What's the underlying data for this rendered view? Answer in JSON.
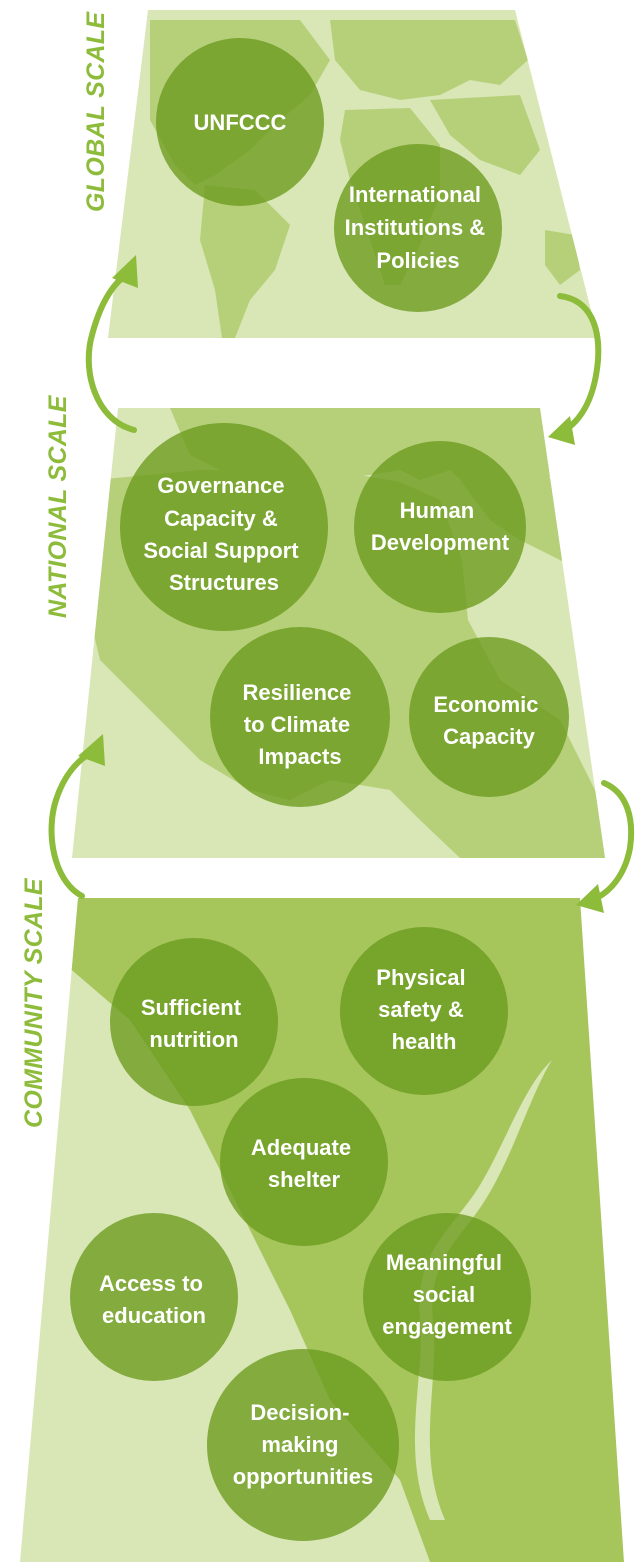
{
  "colors": {
    "panel_light": "#d9e6b6",
    "land": "#b6d07a",
    "panel_dark": "#a6c65c",
    "circle": "#6a9a1c",
    "arrow": "#8dbb3a",
    "label": "#8dbb3a",
    "text": "#ffffff"
  },
  "scales": {
    "global": {
      "label": "GLOBAL SCALE",
      "circles": [
        {
          "id": "unfccc",
          "lines": [
            "UNFCCC"
          ]
        },
        {
          "id": "international-institutions",
          "lines": [
            "International",
            "Institutions &",
            "Policies"
          ]
        }
      ]
    },
    "national": {
      "label": "NATIONAL SCALE",
      "circles": [
        {
          "id": "governance-capacity",
          "lines": [
            "Governance",
            "Capacity &",
            "Social Support",
            "Structures"
          ]
        },
        {
          "id": "human-development",
          "lines": [
            "Human",
            "Development"
          ]
        },
        {
          "id": "resilience",
          "lines": [
            "Resilience",
            "to Climate",
            "Impacts"
          ]
        },
        {
          "id": "economic-capacity",
          "lines": [
            "Economic",
            "Capacity"
          ]
        }
      ]
    },
    "community": {
      "label": "COMMUNITY SCALE",
      "circles": [
        {
          "id": "sufficient-nutrition",
          "lines": [
            "Sufficient",
            "nutrition"
          ]
        },
        {
          "id": "physical-safety",
          "lines": [
            "Physical",
            "safety &",
            "health"
          ]
        },
        {
          "id": "adequate-shelter",
          "lines": [
            "Adequate",
            "shelter"
          ]
        },
        {
          "id": "access-education",
          "lines": [
            "Access to",
            "education"
          ]
        },
        {
          "id": "social-engagement",
          "lines": [
            "Meaningful",
            "social",
            "engagement"
          ]
        },
        {
          "id": "decision-making",
          "lines": [
            "Decision-",
            "making",
            "opportunities"
          ]
        }
      ]
    }
  }
}
